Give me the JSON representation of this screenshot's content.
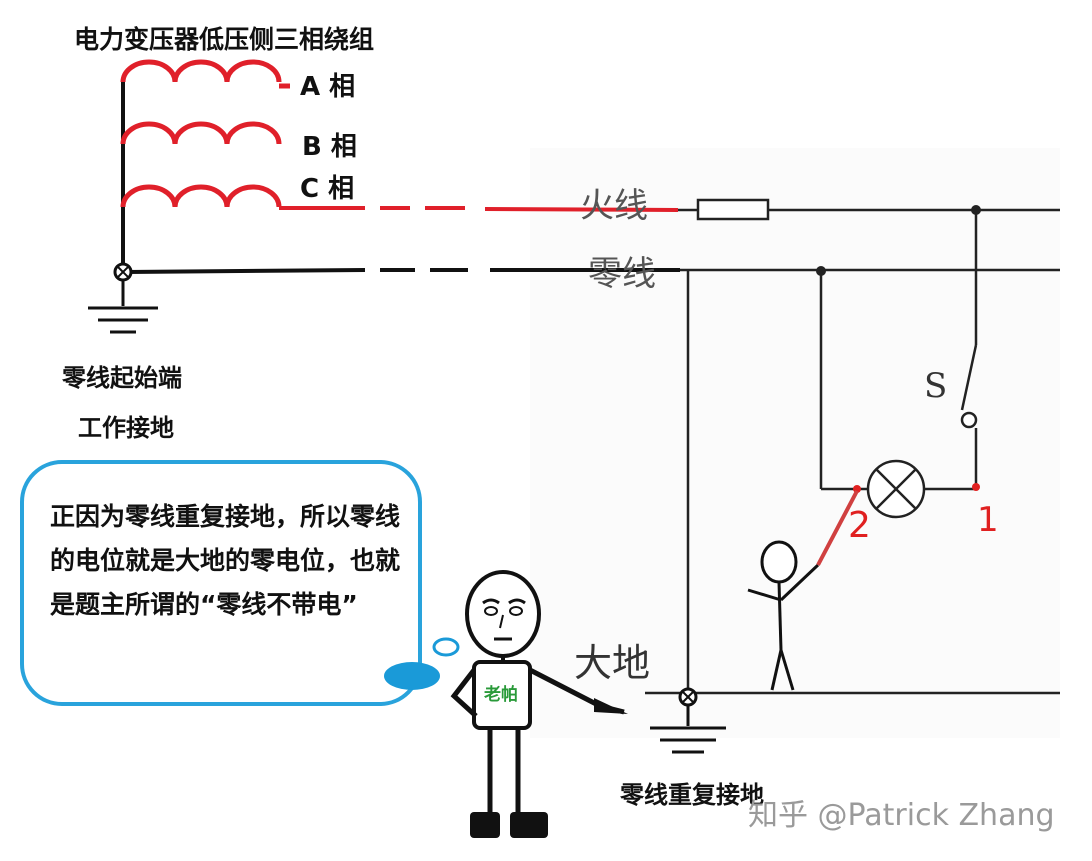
{
  "diagram": {
    "title": "电力变压器低压侧三相绕组",
    "phases": [
      "A 相",
      "B 相",
      "C 相"
    ],
    "start_ground_line1": "零线起始端",
    "start_ground_line2": "工作接地",
    "hot_wire": "火线",
    "neutral_wire": "零线",
    "earth": "大地",
    "switch_label": "S",
    "point_2": "2",
    "point_1": "1",
    "repeat_ground": "零线重复接地",
    "character_badge": "老帕",
    "speech_bubble": "正因为零线重复接地，所以零线的电位就是大地的零电位，也就是题主所谓的“零线不带电”",
    "watermark": "知乎 @Patrick Zhang"
  },
  "colors": {
    "winding": "#e0202a",
    "wire": "#111111",
    "bubble_border": "#29a3dc",
    "bubble_dots": "#1a9ad8",
    "badge_text": "#2a9a3a",
    "handwritten_numbers": "#e02020"
  }
}
